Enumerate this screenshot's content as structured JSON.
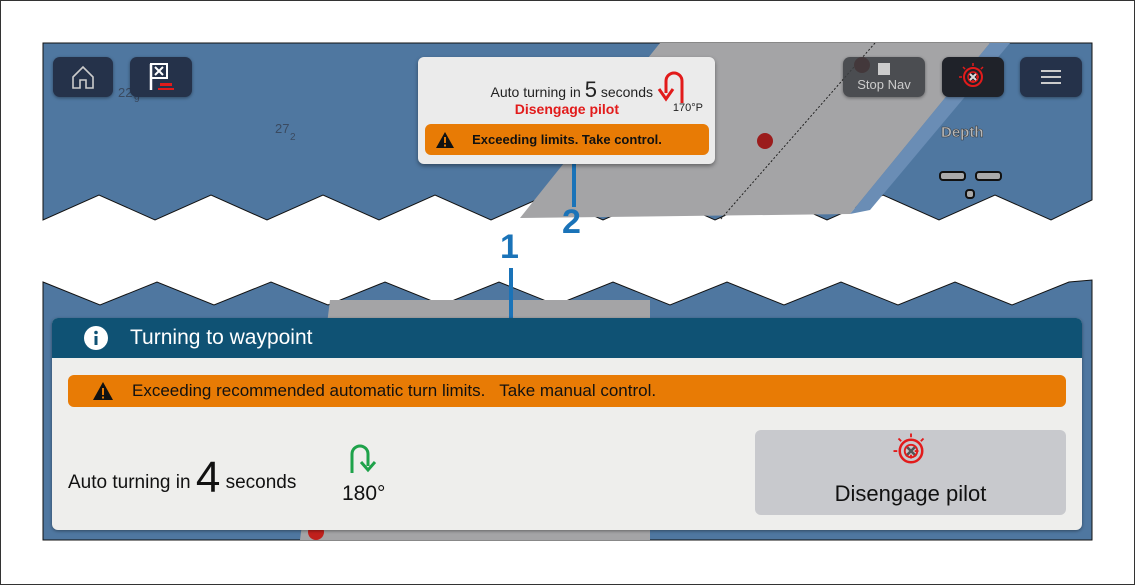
{
  "top_map": {
    "depth_labels": [
      "22",
      "9",
      "27",
      "2"
    ],
    "depth_legend": "Depth",
    "buttons": {
      "home": "home-icon",
      "waypoint": "waypoint-flag-icon",
      "stop_nav": "Stop Nav",
      "pilot": "pilot-disengage-icon",
      "menu": "menu-icon"
    }
  },
  "popup": {
    "auto_prefix": "Auto turning in",
    "seconds": "5",
    "auto_suffix": "seconds",
    "disengage": "Disengage pilot",
    "turn_angle": "170°P",
    "warning": "Exceeding limits. Take control.",
    "turn_color": "#e21b1b"
  },
  "panel": {
    "title": "Turning to waypoint",
    "warning": "Exceeding recommended automatic turn limits.   Take manual control.",
    "auto_prefix": "Auto turning in",
    "seconds": "4",
    "auto_suffix": "seconds",
    "turn_angle": "180°",
    "turn_color": "#1ea24a",
    "disengage_label": "Disengage pilot"
  },
  "callouts": {
    "one": "1",
    "two": "2"
  },
  "colors": {
    "sea": "#4f77a0",
    "land": "#a4a4a6",
    "warning": "#e87b05",
    "header": "#0f5274",
    "callout": "#1a73b8"
  }
}
